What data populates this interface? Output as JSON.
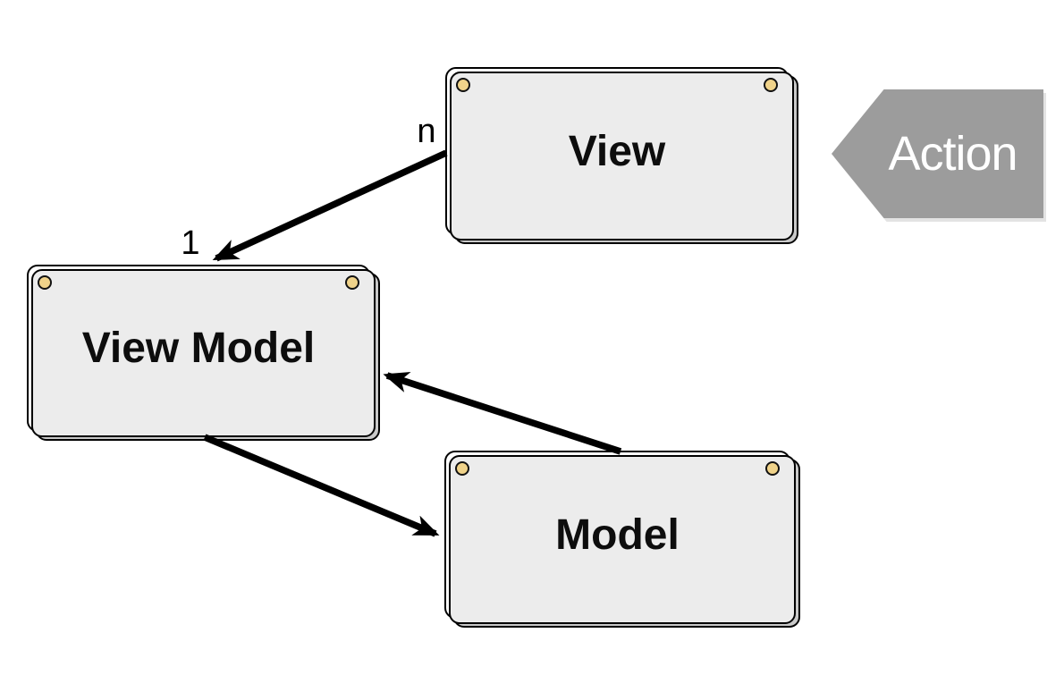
{
  "nodes": {
    "view": {
      "label": "View"
    },
    "view_model": {
      "label": "View Model"
    },
    "model": {
      "label": "Model"
    }
  },
  "edges": {
    "view_to_view_model": {
      "from": "View",
      "to": "View Model",
      "source_multiplicity": "n",
      "target_multiplicity": "1"
    },
    "view_model_to_model": {
      "from": "View Model",
      "to": "Model"
    },
    "model_to_view_model": {
      "from": "Model",
      "to": "View Model"
    }
  },
  "action": {
    "label": "Action"
  },
  "colors": {
    "card_fill": "#ffffff",
    "card_border": "#000000",
    "pin_fill": "#f0d38a",
    "action_fill": "#9c9c9c",
    "action_text": "#ffffff",
    "arrow": "#000000",
    "page_bg": "#ffffff"
  }
}
